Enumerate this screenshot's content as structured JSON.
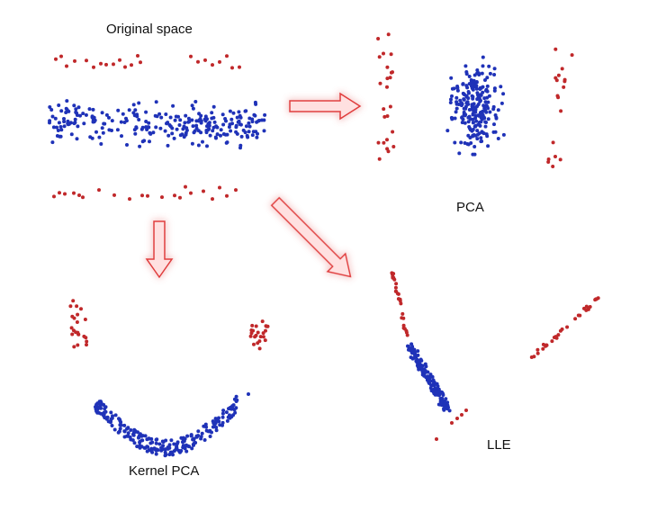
{
  "labels": {
    "original": "Original space",
    "pca": "PCA",
    "kernel_pca": "Kernel PCA",
    "lle": "LLE"
  },
  "colors": {
    "outer_class": "#c0282a",
    "inner_class": "#1f32b8",
    "arrow_stroke": "#e03a3a",
    "arrow_fill": "#ffe0e0",
    "arrow_glow": "#ff5c5c"
  },
  "panels": [
    "original",
    "pca",
    "kernel_pca",
    "lle"
  ],
  "arrows": [
    "original-to-pca",
    "original-to-kernel-pca",
    "original-to-lle"
  ]
}
